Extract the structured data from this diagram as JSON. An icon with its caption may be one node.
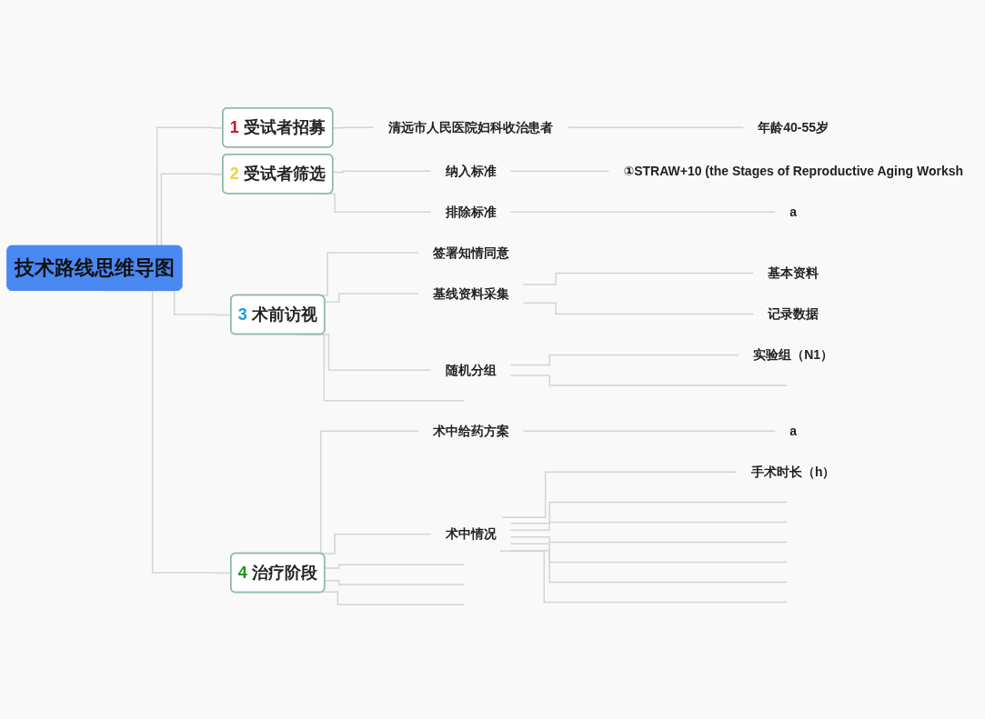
{
  "diagram": {
    "nodes": [
      {
        "text": [
          "技术路线思维导图"
        ]
      },
      {
        "text": [
          "1",
          "受试者招募"
        ]
      },
      {
        "text": [
          "清远市人民医院妇科收治患者"
        ]
      },
      {
        "text": [
          "年龄40-55岁"
        ]
      },
      {
        "text": [
          "2",
          "受试者筛选"
        ]
      },
      {
        "text": [
          "纳入标准"
        ]
      },
      {
        "text": [
          "①STRAW+10 (the Stages of Reproductive Aging Worksh"
        ]
      },
      {
        "text": [
          "排除标准"
        ]
      },
      {
        "text": [
          "a"
        ]
      },
      {
        "text": [
          "3",
          "术前访视"
        ]
      },
      {
        "text": [
          "签署知情同意"
        ]
      },
      {
        "text": [
          "基线资料采集"
        ]
      },
      {
        "text": [
          "基本资料"
        ]
      },
      {
        "text": [
          "记录数据"
        ]
      },
      {
        "text": [
          "随机分组"
        ]
      },
      {
        "text": [
          "实验组（N1）"
        ]
      },
      {
        "text": [
          "4",
          "治疗阶段"
        ]
      },
      {
        "text": [
          "术中给药方案"
        ]
      },
      {
        "text": [
          "a"
        ]
      },
      {
        "text": [
          "术中情况"
        ]
      },
      {
        "text": [
          "手术时长（h）"
        ]
      }
    ],
    "edges": [
      {
        "from": 0,
        "to": 1,
        "arrow": "none"
      },
      {
        "from": 1,
        "to": 2,
        "arrow": "none"
      },
      {
        "from": 2,
        "to": 3,
        "arrow": "none"
      },
      {
        "from": 0,
        "to": 4,
        "arrow": "none"
      },
      {
        "from": 4,
        "to": 5,
        "arrow": "none"
      },
      {
        "from": 5,
        "to": 6,
        "arrow": "none"
      },
      {
        "from": 4,
        "to": 7,
        "arrow": "none"
      },
      {
        "from": 7,
        "to": 8,
        "arrow": "none"
      },
      {
        "from": 0,
        "to": 9,
        "arrow": "none"
      },
      {
        "from": 9,
        "to": 10,
        "arrow": "none"
      },
      {
        "from": 9,
        "to": 11,
        "arrow": "none"
      },
      {
        "from": 11,
        "to": 12,
        "arrow": "none"
      },
      {
        "from": 11,
        "to": 13,
        "arrow": "none"
      },
      {
        "from": 9,
        "to": 14,
        "arrow": "none"
      },
      {
        "from": 14,
        "to": 15,
        "arrow": "none"
      },
      {
        "from": 14,
        "to": null,
        "arrow": "none"
      },
      {
        "from": 9,
        "to": null,
        "arrow": "none"
      },
      {
        "from": 0,
        "to": 16,
        "arrow": "none"
      },
      {
        "from": 16,
        "to": 17,
        "arrow": "none"
      },
      {
        "from": 17,
        "to": 18,
        "arrow": "none"
      },
      {
        "from": 16,
        "to": 19,
        "arrow": "none"
      },
      {
        "from": 19,
        "to": 20,
        "arrow": "none"
      },
      {
        "from": 19,
        "to": null,
        "arrow": "none"
      },
      {
        "from": 19,
        "to": null,
        "arrow": "none"
      },
      {
        "from": 19,
        "to": null,
        "arrow": "none"
      },
      {
        "from": 19,
        "to": null,
        "arrow": "none"
      },
      {
        "from": 19,
        "to": null,
        "arrow": "none"
      },
      {
        "from": 19,
        "to": null,
        "arrow": "none"
      },
      {
        "from": 16,
        "to": null,
        "arrow": "none"
      },
      {
        "from": 16,
        "to": null,
        "arrow": "none"
      },
      {
        "from": 16,
        "to": null,
        "arrow": "none"
      }
    ]
  }
}
